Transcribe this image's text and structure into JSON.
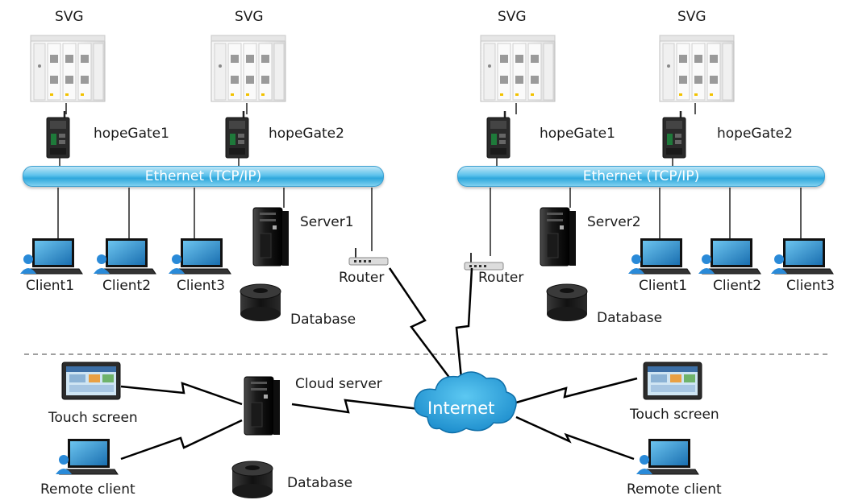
{
  "left_site": {
    "svg1_label": "SVG",
    "svg2_label": "SVG",
    "gate1_label": "hopeGate1",
    "gate2_label": "hopeGate2",
    "bus_label": "Ethernet (TCP/IP)",
    "server_label": "Server1",
    "router_label": "Router",
    "database_label": "Database",
    "clients": [
      "Client1",
      "Client2",
      "Client3"
    ]
  },
  "right_site": {
    "svg1_label": "SVG",
    "svg2_label": "SVG",
    "gate1_label": "hopeGate1",
    "gate2_label": "hopeGate2",
    "bus_label": "Ethernet (TCP/IP)",
    "server_label": "Server2",
    "router_label": "Router",
    "database_label": "Database",
    "clients": [
      "Client1",
      "Client2",
      "Client3"
    ]
  },
  "cloud_site": {
    "server_label": "Cloud server",
    "database_label": "Database",
    "internet_label": "Internet",
    "left_touch_label": "Touch screen",
    "left_remote_label": "Remote client",
    "right_touch_label": "Touch screen",
    "right_remote_label": "Remote client"
  },
  "colors": {
    "bus": "#2ea7dc",
    "cloud": "#1b9fd8",
    "link": "#000000",
    "divider": "#a0a0a0"
  }
}
